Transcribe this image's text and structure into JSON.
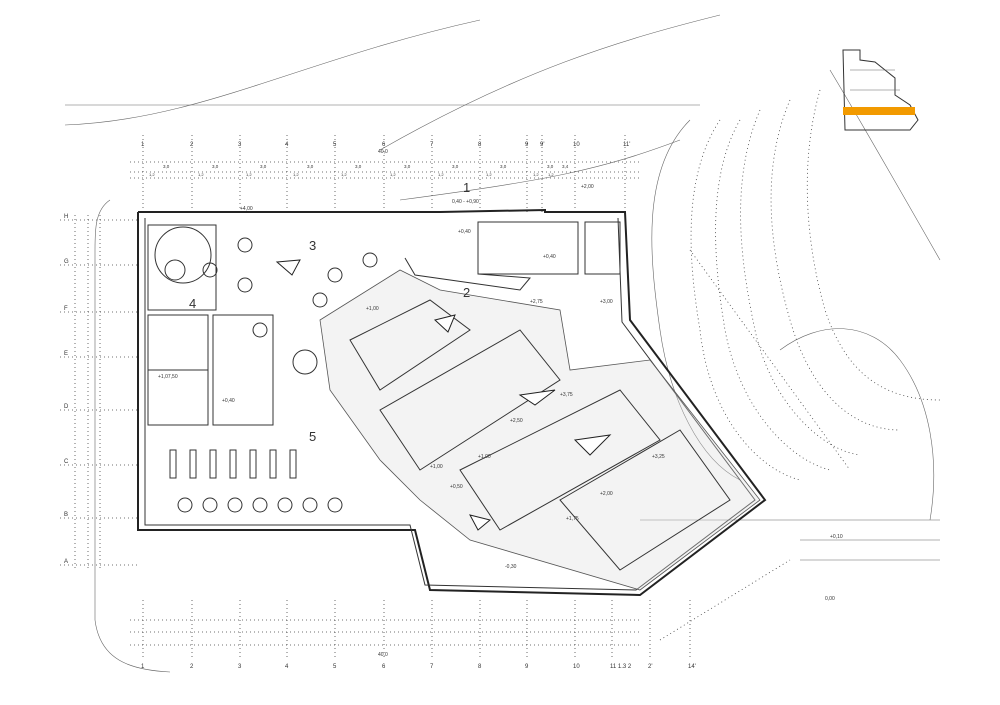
{
  "title": "Floor plan",
  "colors": {
    "highlight": "#f29a00",
    "line": "#333333"
  },
  "rooms": [
    {
      "label": "1"
    },
    {
      "label": "2"
    },
    {
      "label": "3"
    },
    {
      "label": "4"
    },
    {
      "label": "5"
    }
  ],
  "grid_top": [
    "1",
    "2",
    "3",
    "4",
    "5",
    "6",
    "7",
    "8",
    "9",
    "9'",
    "10",
    "11'"
  ],
  "grid_bottom": [
    "1",
    "2",
    "3",
    "4",
    "5",
    "6",
    "7",
    "8",
    "9",
    "10",
    "11 1.3 2",
    "2'",
    "14'"
  ],
  "grid_rows": [
    "H",
    "G",
    "F",
    "E",
    "D",
    "C",
    "B",
    "A"
  ],
  "dimensions_top": [
    "3,0",
    "3,0",
    "3,0",
    "3,0",
    "3,0",
    "3,0",
    "3,0",
    "3,0",
    "3,0",
    "3,4"
  ],
  "dimension_sub": "1,2",
  "elevations": {
    "entrance": "0,40 - +0,90",
    "top_right": "+2,00",
    "top_left": "+4,00",
    "stair": "+0,40",
    "hall": "+0,40",
    "wc": "+1,07,50",
    "lift": "+0,40",
    "e1": "+1,00",
    "e2": "+2,75",
    "e3": "+3,00",
    "e4": "+3,75",
    "e5": "+2,50",
    "e6": "+1,00",
    "e7": "+0,50",
    "e8": "+3,25",
    "e9": "+2,00",
    "e10": "+1,75",
    "e11": "+1,00",
    "e12": "-0,30",
    "e13": "+0,10",
    "e14": "0,00"
  },
  "overall_dim_top": "40,0",
  "overall_dim_bottom": "40,0"
}
